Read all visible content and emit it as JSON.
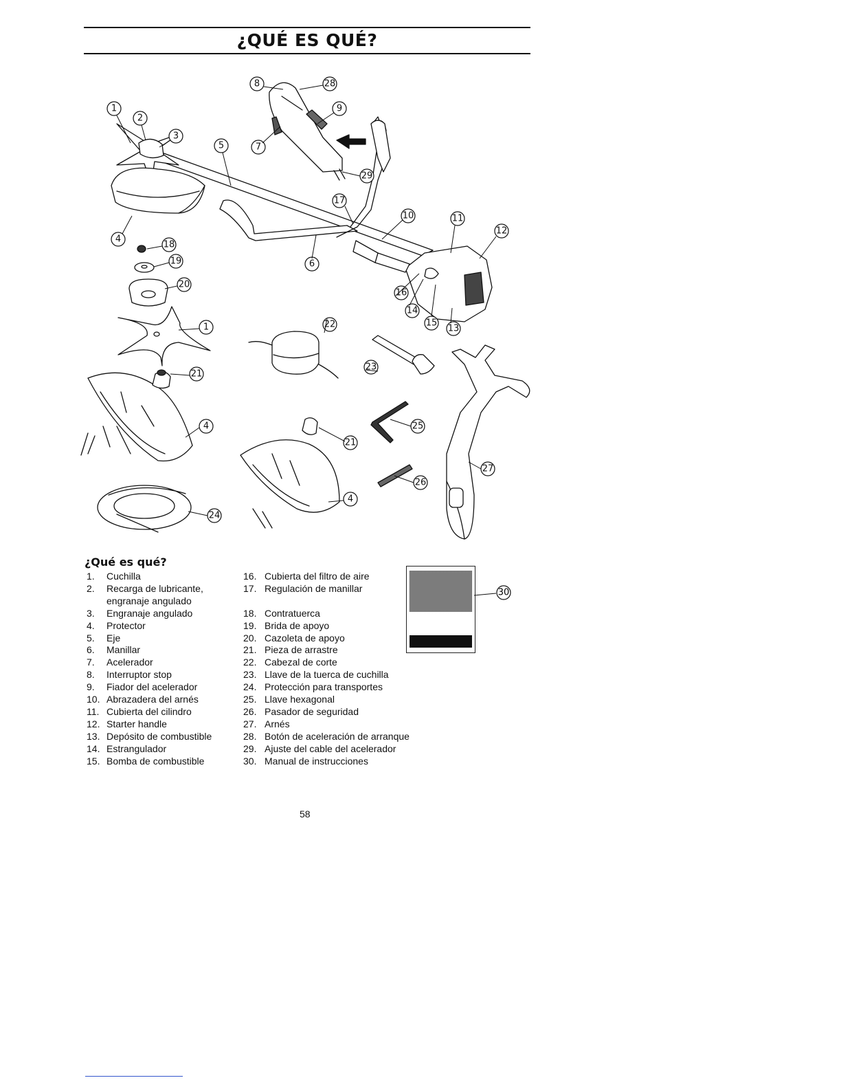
{
  "page": {
    "title": "¿QUÉ ES QUÉ?",
    "section_heading": "¿Qué es qué?",
    "page_number": "58"
  },
  "callouts": [
    "1",
    "2",
    "3",
    "4",
    "5",
    "6",
    "7",
    "8",
    "9",
    "10",
    "11",
    "12",
    "13",
    "14",
    "15",
    "16",
    "17",
    "18",
    "19",
    "20",
    "21",
    "22",
    "23",
    "24",
    "25",
    "26",
    "27",
    "28",
    "29",
    "30"
  ],
  "parts_left": [
    {
      "num": "1.",
      "label": "Cuchilla"
    },
    {
      "num": "2.",
      "label": "Recarga de lubricante, engranaje angulado"
    },
    {
      "num": "3.",
      "label": "Engranaje angulado"
    },
    {
      "num": "4.",
      "label": "Protector"
    },
    {
      "num": "5.",
      "label": "Eje"
    },
    {
      "num": "6.",
      "label": "Manillar"
    },
    {
      "num": "7.",
      "label": "Acelerador"
    },
    {
      "num": "8.",
      "label": "Interruptor stop"
    },
    {
      "num": "9.",
      "label": "Fiador del acelerador"
    },
    {
      "num": "10.",
      "label": "Abrazadera del arnés"
    },
    {
      "num": "11.",
      "label": "Cubierta del cilindro"
    },
    {
      "num": "12.",
      "label": "Starter handle"
    },
    {
      "num": "13.",
      "label": "Depósito de combustible"
    },
    {
      "num": "14.",
      "label": "Estrangulador"
    },
    {
      "num": "15.",
      "label": "Bomba de combustible"
    }
  ],
  "parts_right": [
    {
      "num": "16.",
      "label": "Cubierta del filtro de aire"
    },
    {
      "num": "17.",
      "label": "Regulación de manillar"
    },
    {
      "num": "18.",
      "label": "Contratuerca"
    },
    {
      "num": "19.",
      "label": "Brida de apoyo"
    },
    {
      "num": "20.",
      "label": "Cazoleta de apoyo"
    },
    {
      "num": "21.",
      "label": "Pieza de arrastre"
    },
    {
      "num": "22.",
      "label": "Cabezal de corte"
    },
    {
      "num": "23.",
      "label": "Llave de la tuerca de cuchilla"
    },
    {
      "num": "24.",
      "label": "Protección para transportes"
    },
    {
      "num": "25.",
      "label": "Llave hexagonal"
    },
    {
      "num": "26.",
      "label": "Pasador de seguridad"
    },
    {
      "num": "27.",
      "label": "Arnés"
    },
    {
      "num": "28.",
      "label": "Botón de aceleración de arranque"
    },
    {
      "num": "29.",
      "label": "Ajuste del cable del acelerador"
    },
    {
      "num": "30.",
      "label": "Manual de instrucciones"
    }
  ]
}
